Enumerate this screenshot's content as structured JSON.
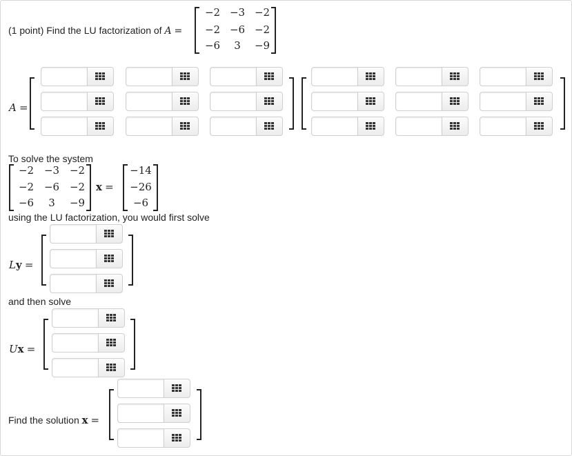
{
  "problem": {
    "intro": "(1 point) Find the LU factorization of",
    "matrix_symbol": "A",
    "equals": "=",
    "matrix_A": [
      [
        "−2",
        "−3",
        "−2"
      ],
      [
        "−2",
        "−6",
        "−2"
      ],
      [
        "−6",
        "3",
        "−9"
      ]
    ]
  },
  "lu_answer": {
    "lhs_symbol": "A",
    "equals": "="
  },
  "system": {
    "intro": "To solve the system",
    "matrix_A": [
      [
        "−2",
        "−3",
        "−2"
      ],
      [
        "−2",
        "−6",
        "−2"
      ],
      [
        "−6",
        "3",
        "−9"
      ]
    ],
    "x_symbol": "x",
    "equals": "=",
    "b": [
      "−14",
      "−26",
      "−6"
    ],
    "after": "using the LU factorization, you would first solve"
  },
  "ly": {
    "lhs_L": "L",
    "lhs_y": "y",
    "equals": "="
  },
  "then_text": "and then solve",
  "ux": {
    "lhs_U": "U",
    "lhs_x": "x",
    "equals": "="
  },
  "solution": {
    "label": "Find the solution",
    "x_symbol": "x",
    "equals": "="
  },
  "matrix_button_icon": "grid-icon"
}
